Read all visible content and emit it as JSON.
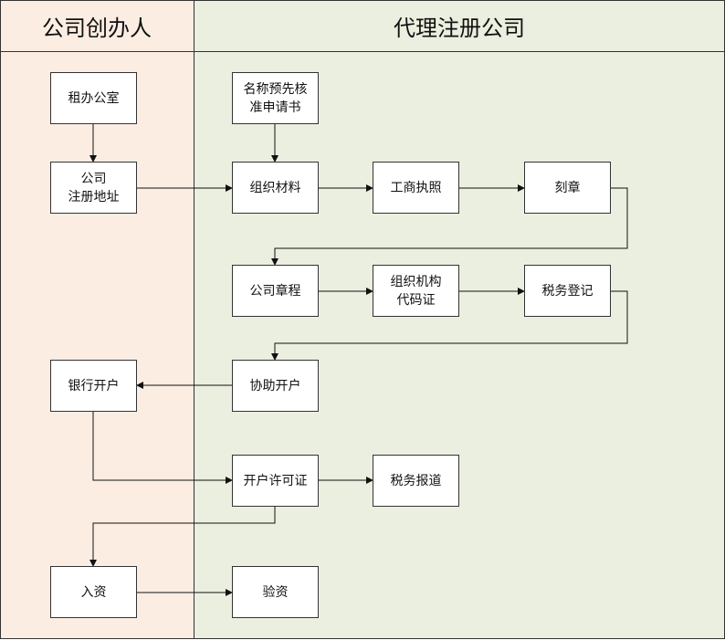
{
  "lanes": {
    "left_title": "公司创办人",
    "right_title": "代理注册公司"
  },
  "nodes": {
    "rent_office": "租办公室",
    "company_address": "公司\n注册地址",
    "name_approval": "名称预先核\n准申请书",
    "organize_materials": "组织材料",
    "business_license": "工商执照",
    "engrave_seal": "刻章",
    "articles": "公司章程",
    "org_code": "组织机构\n代码证",
    "tax_registration": "税务登记",
    "assist_account": "协助开户",
    "bank_account": "银行开户",
    "account_permit": "开户许可证",
    "tax_report": "税务报道",
    "capital_injection": "入资",
    "capital_verification": "验资"
  }
}
